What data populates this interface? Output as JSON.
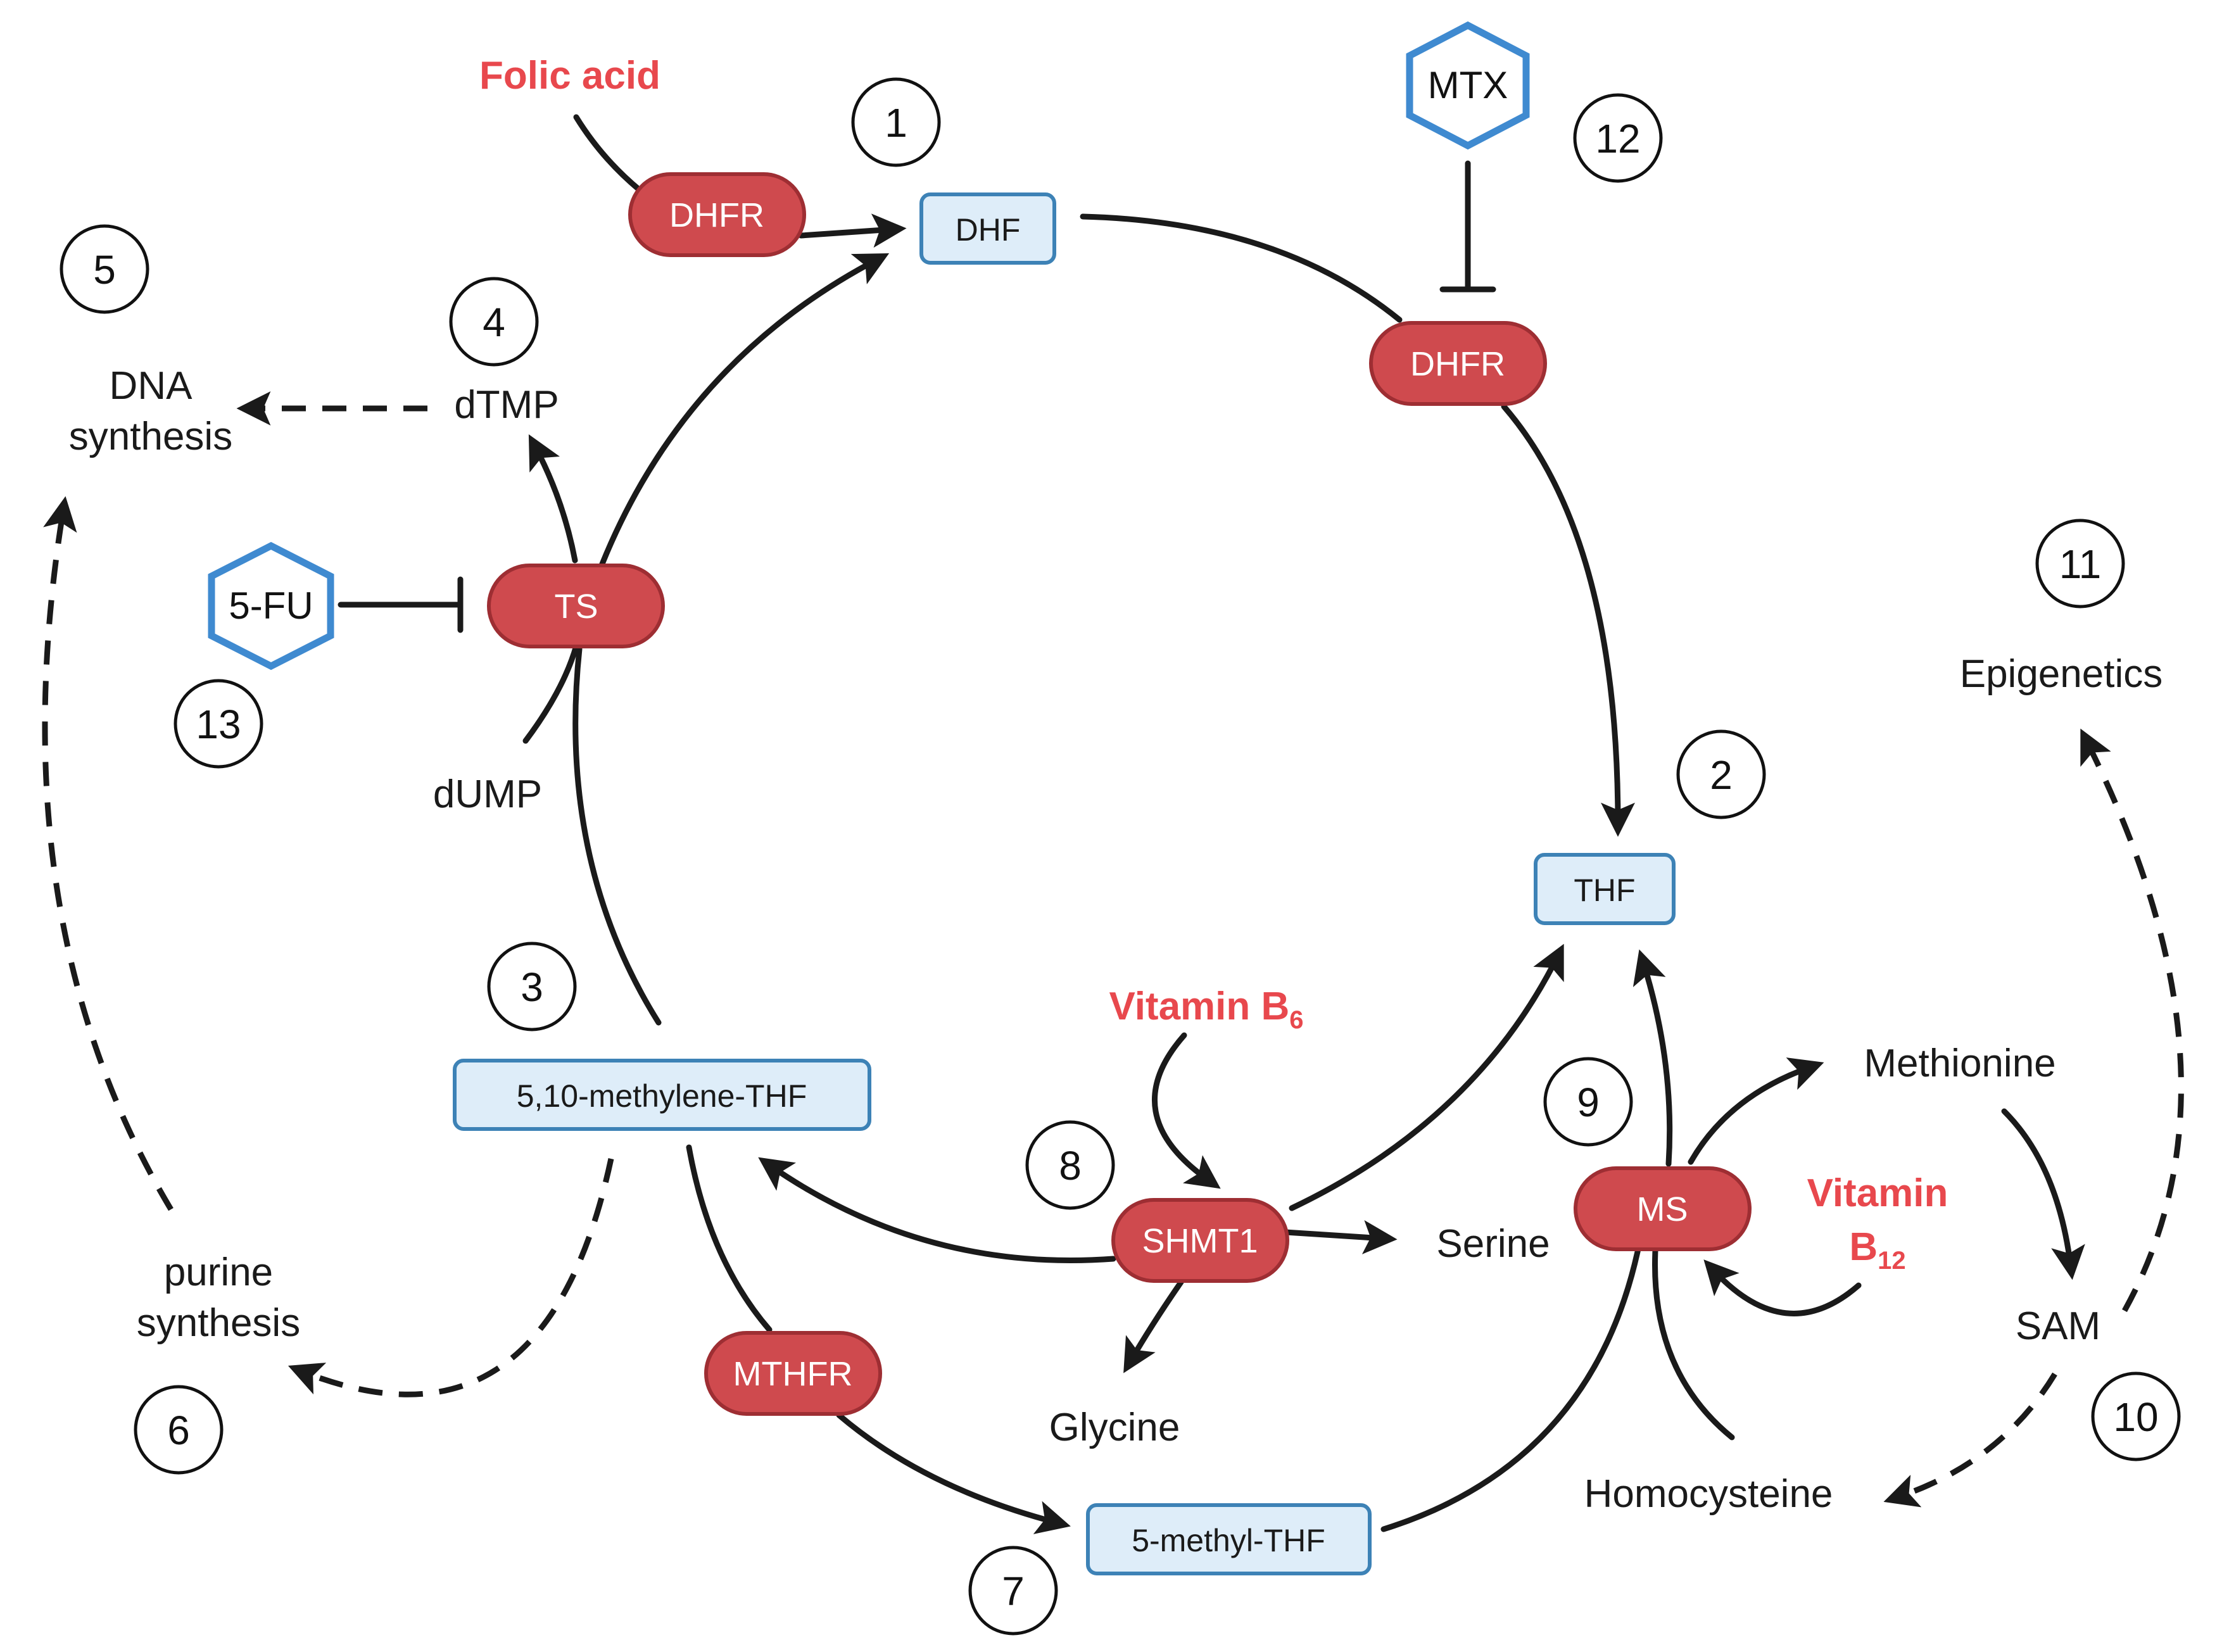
{
  "labels": {
    "folic_acid": "Folic acid",
    "dna_synthesis_l1": "DNA",
    "dna_synthesis_l2": "synthesis",
    "dtmp": "dTMP",
    "dump": "dUMP",
    "purine_synthesis_l1": "purine",
    "purine_synthesis_l2": "synthesis",
    "epigenetics": "Epigenetics",
    "vitamin_b6": "Vitamin B",
    "vitamin_b6_sub": "6",
    "vitamin_b12_l1": "Vitamin",
    "vitamin_b12_l2": "B",
    "vitamin_b12_sub": "12",
    "methionine": "Methionine",
    "sam": "SAM",
    "homocysteine": "Homocysteine",
    "serine": "Serine",
    "glycine": "Glycine"
  },
  "enzymes": {
    "dhfr_top": "DHFR",
    "dhfr_right": "DHFR",
    "ts": "TS",
    "shmt1": "SHMT1",
    "ms": "MS",
    "mthfr": "MTHFR"
  },
  "metabolites": {
    "dhf": "DHF",
    "thf": "THF",
    "methylene_thf": "5,10-methylene-THF",
    "methyl_thf": "5-methyl-THF"
  },
  "drugs": {
    "mtx": "MTX",
    "fu": "5-FU"
  },
  "steps": [
    "1",
    "2",
    "3",
    "4",
    "5",
    "6",
    "7",
    "8",
    "9",
    "10",
    "11",
    "12",
    "13"
  ],
  "colors": {
    "enzyme_fill": "#cf4a4e",
    "metabolite_fill": "#deedf9",
    "metabolite_border": "#3d82b6",
    "drug_border": "#3f8ad0",
    "nutrient_text": "#e8484d"
  }
}
